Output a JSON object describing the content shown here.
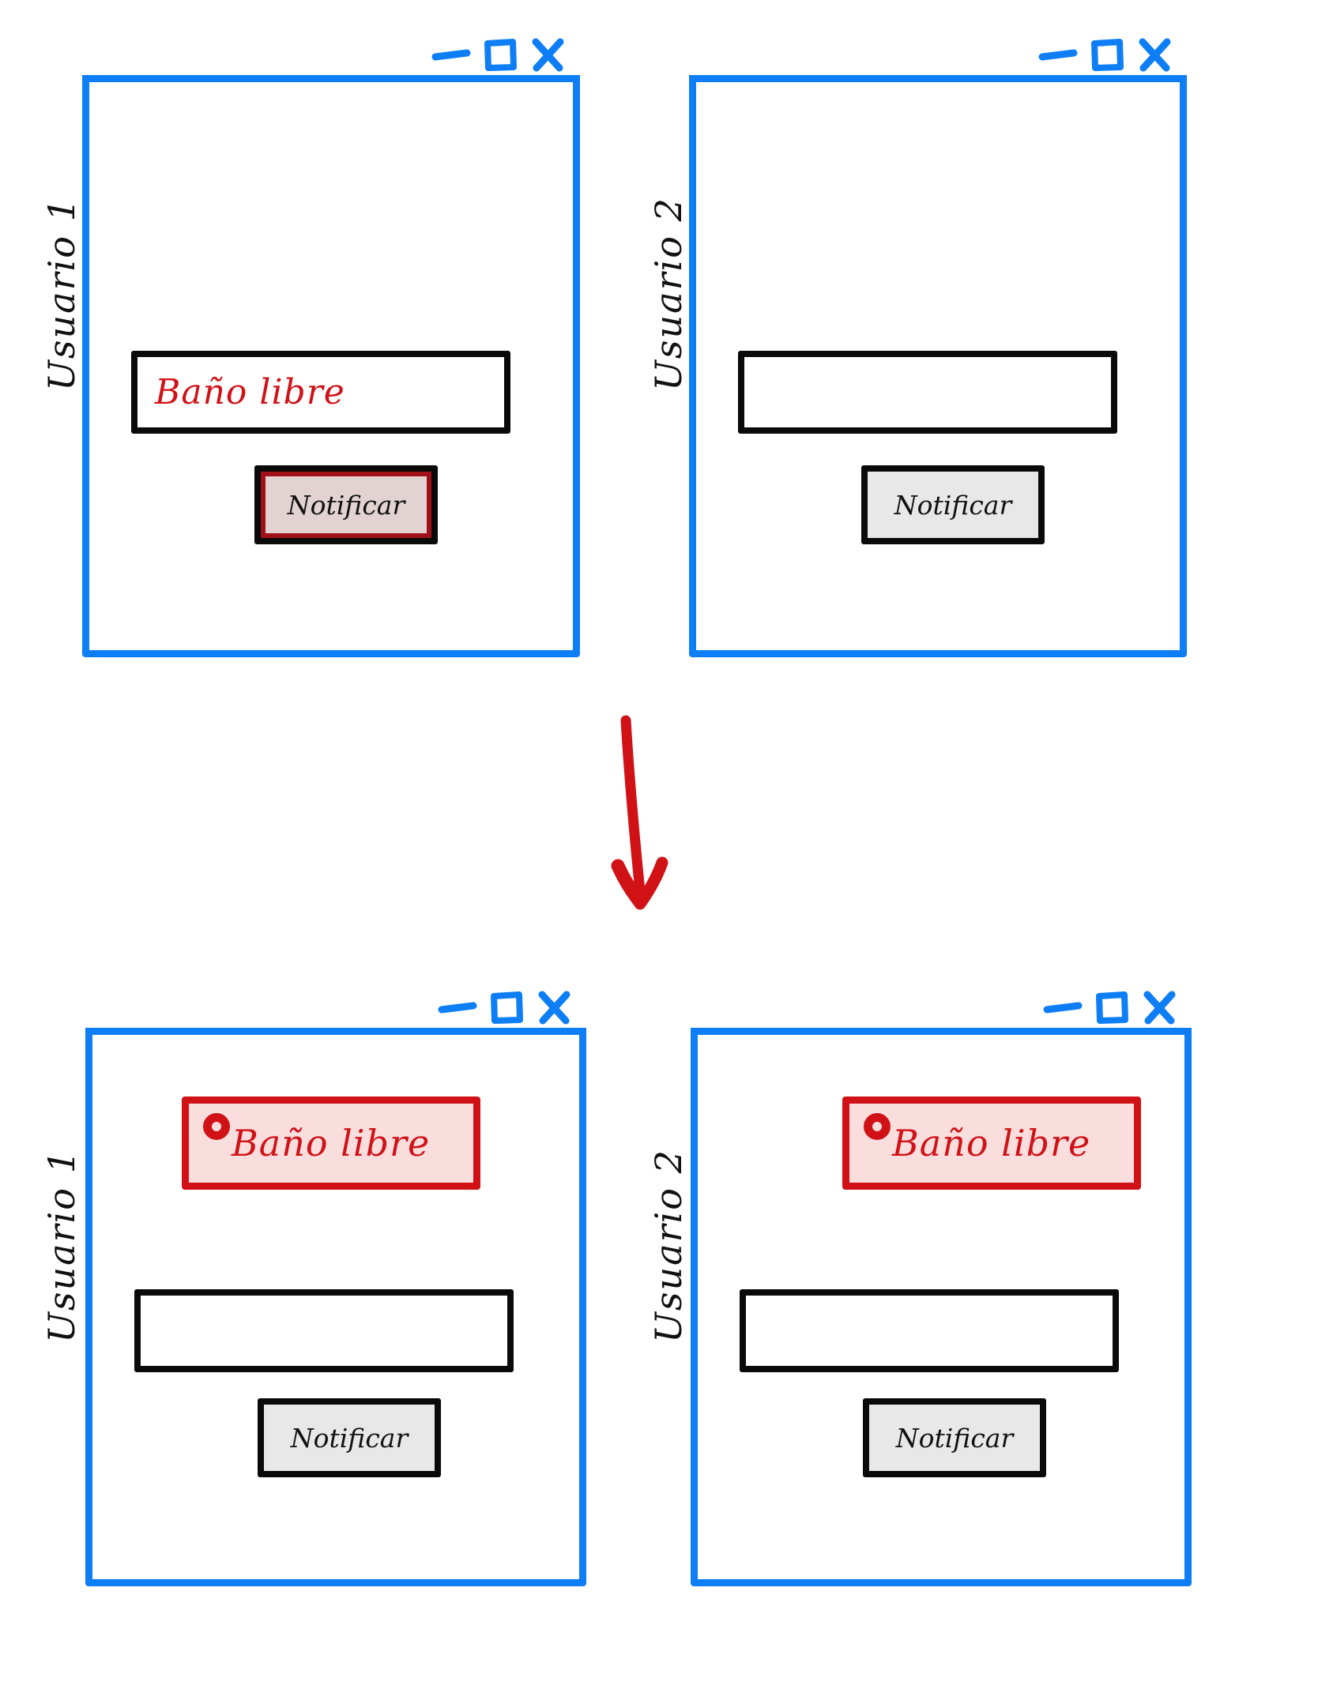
{
  "colors": {
    "blue": "#0d7ef5",
    "red": "#d01217",
    "dark_red": "#a01018",
    "black": "#0a0a0a",
    "toast_fill": "#fadede",
    "button_fill": "#e8e8e8",
    "button_active_fill": "#e2d2d2",
    "background": "#ffffff"
  },
  "window_controls": {
    "minimize": "—",
    "maximize": "□",
    "close": "✕",
    "minimize_name": "minimize-icon",
    "maximize_name": "maximize-icon",
    "close_name": "close-icon"
  },
  "panels": {
    "before": {
      "arrow_icon": "down-arrow-icon",
      "user1": {
        "label": "Usuario 1",
        "message_input": {
          "value": "Baño libre",
          "placeholder": ""
        },
        "notify_button": {
          "label": "Notificar",
          "state": "active"
        },
        "toast": null
      },
      "user2": {
        "label": "Usuario 2",
        "message_input": {
          "value": "",
          "placeholder": ""
        },
        "notify_button": {
          "label": "Notificar",
          "state": "idle"
        },
        "toast": null
      }
    },
    "after": {
      "user1": {
        "label": "Usuario 1",
        "message_input": {
          "value": "",
          "placeholder": ""
        },
        "notify_button": {
          "label": "Notificar",
          "state": "idle"
        },
        "toast": {
          "message": "Baño libre",
          "icon": "notification-ring-icon"
        }
      },
      "user2": {
        "label": "Usuario 2",
        "message_input": {
          "value": "",
          "placeholder": ""
        },
        "notify_button": {
          "label": "Notificar",
          "state": "idle"
        },
        "toast": {
          "message": "Baño libre",
          "icon": "notification-ring-icon"
        }
      }
    }
  }
}
